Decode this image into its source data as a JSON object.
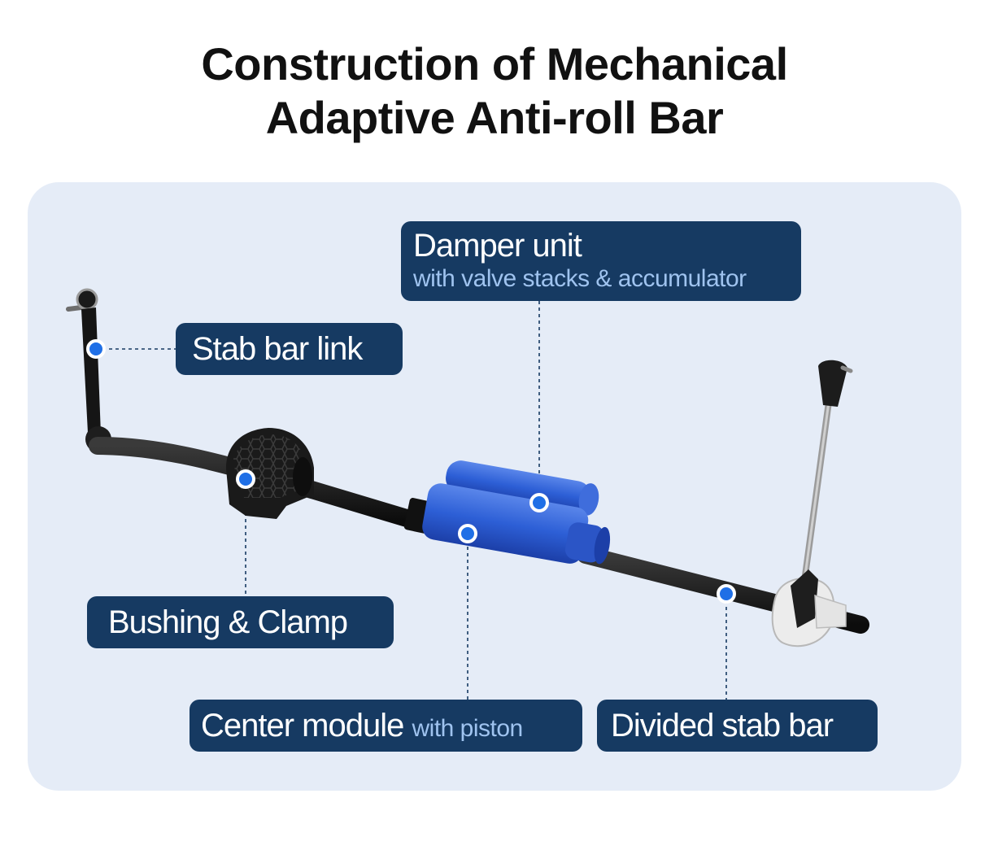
{
  "title": {
    "line1": "Construction of Mechanical",
    "line2": "Adaptive Anti-roll Bar"
  },
  "labels": {
    "damper_unit": {
      "main": "Damper unit",
      "sub": "with valve stacks & accumulator"
    },
    "stab_bar_link": {
      "main": "Stab bar link"
    },
    "bushing_clamp": {
      "main": "Bushing & Clamp"
    },
    "center_module": {
      "main": "Center module",
      "sub": "with piston"
    },
    "divided_stab_bar": {
      "main": "Divided stab bar"
    }
  },
  "colors": {
    "label_background": "#163a62",
    "label_subtext": "#9fc3ef",
    "panel_background": "#e5ecf7",
    "marker_dot": "#1f6fe6",
    "module_blue": "#2d5fd6",
    "bar_black": "#141414",
    "leader_line": "#163a62"
  }
}
